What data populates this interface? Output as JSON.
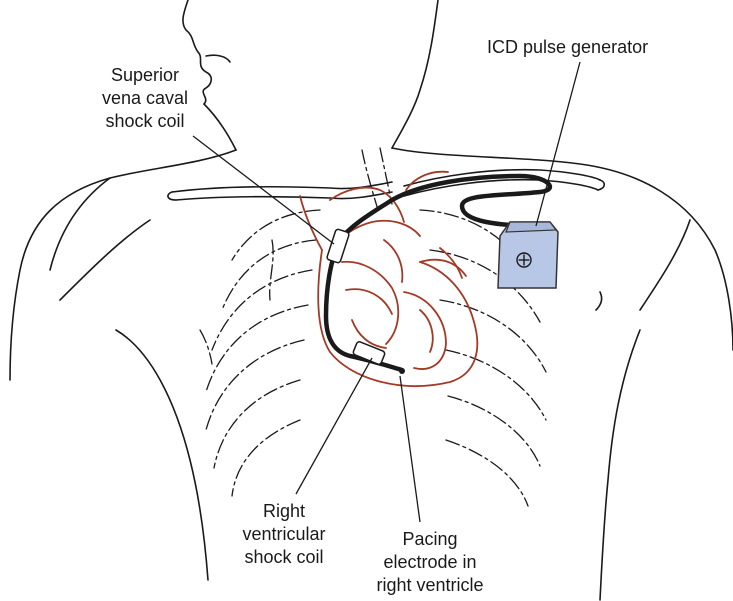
{
  "labels": {
    "svc_coil": [
      "Superior",
      "vena caval",
      "shock coil"
    ],
    "icd": [
      "ICD pulse generator"
    ],
    "rv_coil": [
      "Right",
      "ventricular",
      "shock coil"
    ],
    "pacing": [
      "Pacing",
      "electrode in",
      "right ventricle"
    ]
  },
  "colors": {
    "heart": "#a33a26",
    "lead": "#1a1a1a",
    "generator_fill": "#b9c7e6",
    "generator_stroke": "#333333",
    "coil_fill": "#ffffff"
  },
  "icons": {
    "generator_symbol": "⊕"
  }
}
